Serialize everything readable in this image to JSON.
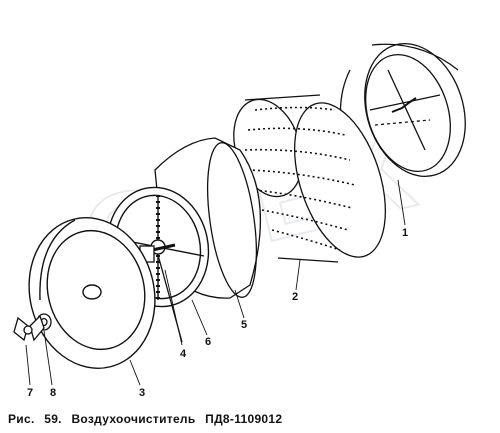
{
  "caption": {
    "prefix": "Рис.",
    "number": "59.",
    "title": "Воздухоочиститель",
    "model": "ПД8-1109012"
  },
  "callouts": [
    "1",
    "2",
    "3",
    "4",
    "5",
    "6",
    "7",
    "8"
  ],
  "watermark": "OPEX"
}
